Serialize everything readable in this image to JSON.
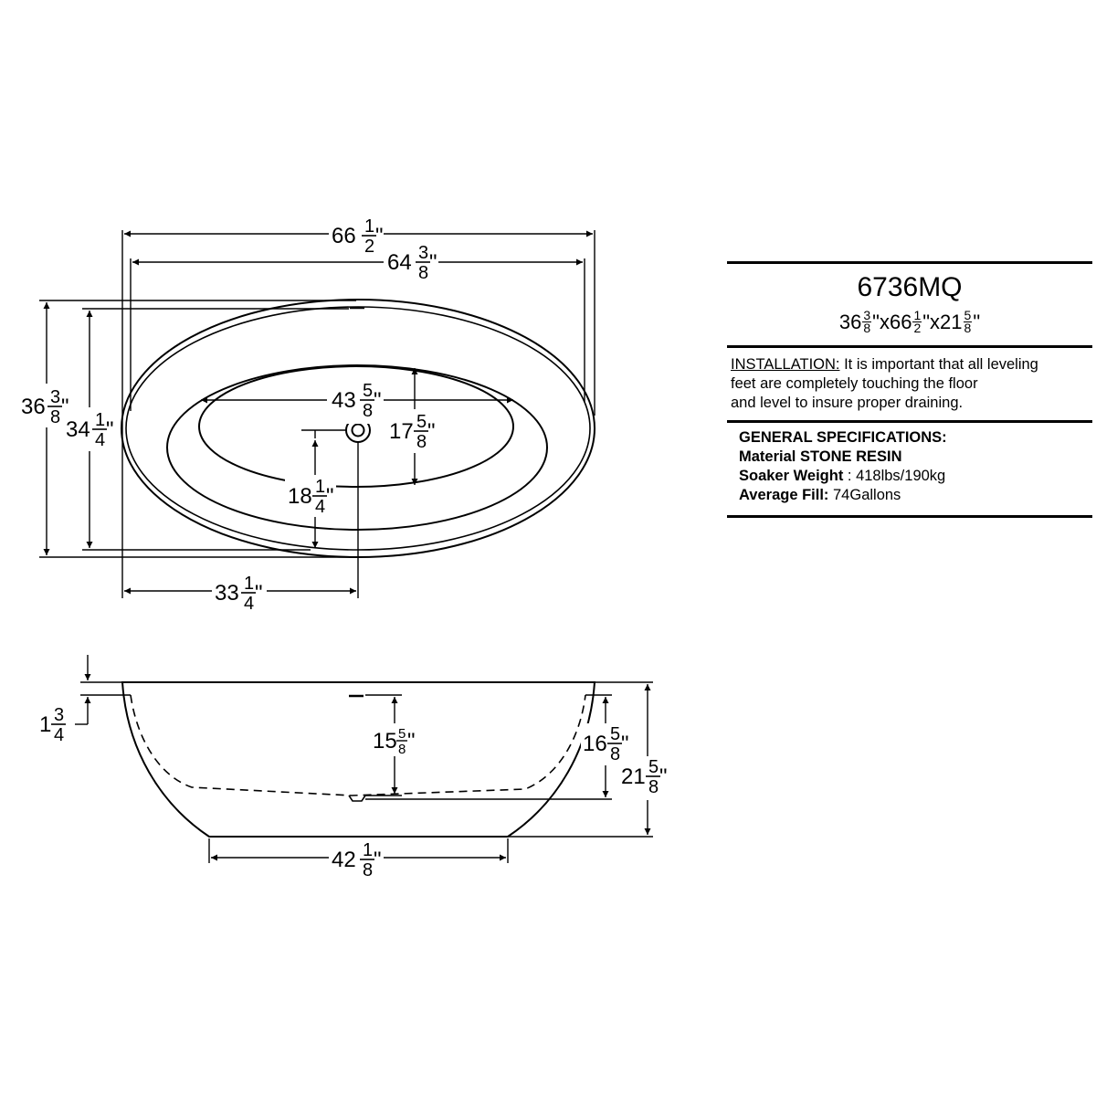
{
  "product": {
    "model": "6736MQ",
    "dimensions": [
      {
        "whole": "36",
        "num": "3",
        "den": "8"
      },
      {
        "whole": "66",
        "num": "1",
        "den": "2"
      },
      {
        "whole": "21",
        "num": "5",
        "den": "8"
      }
    ]
  },
  "installation": {
    "heading": "INSTALLATION:",
    "line1": " It is important that all leveling",
    "line2": "feet are completely touching the floor",
    "line3": "and level to insure proper draining."
  },
  "specifications": {
    "heading": "GENERAL SPECIFICATIONS:",
    "material_label": "Material",
    "material_value": " STONE RESIN",
    "weight_label": "Soaker Weight",
    "weight_value": " : 418lbs/190kg",
    "fill_label": "Average Fill:",
    "fill_value": " 74Gallons"
  },
  "top_view_dimensions": {
    "overall_length": {
      "whole": "66",
      "num": "1",
      "den": "2"
    },
    "rim_length": {
      "whole": "64",
      "num": "3",
      "den": "8"
    },
    "overall_width": {
      "whole": "36",
      "num": "3",
      "den": "8"
    },
    "rim_width": {
      "whole": "34",
      "num": "1",
      "den": "4"
    },
    "basin_length": {
      "whole": "43",
      "num": "5",
      "den": "8"
    },
    "basin_width": {
      "whole": "17",
      "num": "5",
      "den": "8"
    },
    "drain_offset": {
      "whole": "18",
      "num": "1",
      "den": "4"
    },
    "drain_center": {
      "whole": "33",
      "num": "1",
      "den": "4"
    }
  },
  "side_view_dimensions": {
    "rim_lip": {
      "whole": "1",
      "num": "3",
      "den": "4"
    },
    "water_depth": {
      "whole": "15",
      "num": "5",
      "den": "8"
    },
    "interior_depth": {
      "whole": "16",
      "num": "5",
      "den": "8"
    },
    "overall_height": {
      "whole": "21",
      "num": "5",
      "den": "8"
    },
    "base_length": {
      "whole": "42",
      "num": "1",
      "den": "8"
    }
  }
}
